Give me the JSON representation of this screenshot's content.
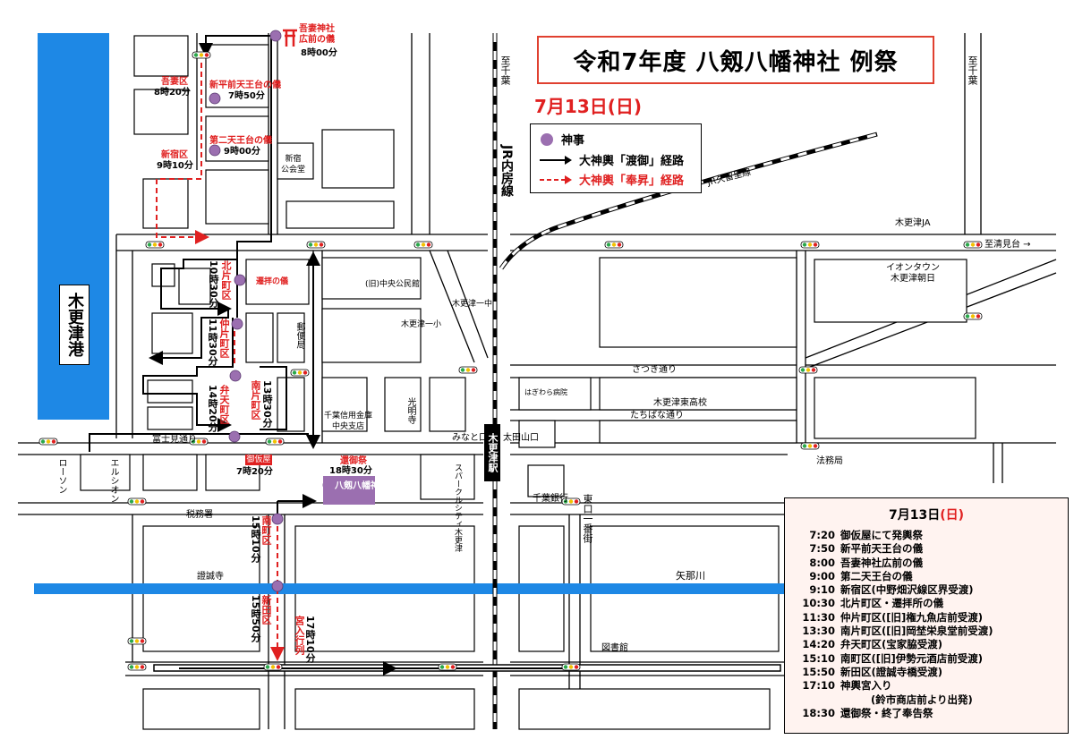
{
  "title": "令和7年度  八剱八幡神社  例祭",
  "date": "7月13日(日)",
  "legend": {
    "shinji": "神事",
    "togyo": "大神輿「渡御」経路",
    "hosho": "大神輿「奉昇」経路"
  },
  "colors": {
    "river": "#1e88e5",
    "route_red": "#e02020",
    "shrine": "#9b6fb0",
    "title_border": "#e04030",
    "schedule_bg": "#fff3f0"
  },
  "icons": [
    "shinto-mark-icon",
    "torii-icon",
    "traffic-light-icon",
    "arrow-icon"
  ],
  "map_labels": {
    "port": "木更津港",
    "jr_uchibo": "JR内房線",
    "jr_kururi": "JR久留里線",
    "to_chiba_1": "至千葉",
    "to_chiba_2": "至千葉",
    "kisarazu_ja": "木更津JA",
    "to_kiyomidai": "至清見台 →",
    "aeon": "イオンタウン\n木更津朝日",
    "satsuki": "さつき通り",
    "tachibana": "たちばな通り",
    "higashi_hs": "木更津東高校",
    "hagiwara": "はぎわら病院",
    "homukyoku": "法務局",
    "fujimi": "富士見通り",
    "minatoguchi": "みなと口",
    "otayamaguchi": "太田山口",
    "station": "木更津駅",
    "lawson": "ローソン",
    "elcione": "エルシオン",
    "zeimusho": "税務署",
    "shoseiji": "證誠寺",
    "yanagawa": "矢那川",
    "toshokan": "図書館",
    "chiba_bank": "千葉銀行",
    "higashiguchi": "東口一番街",
    "sparkle": "スパークルシティ木更津",
    "chiba_shinkin": "千葉信用金庫\n中央支店",
    "komyoji": "光明寺",
    "yubinkyoku": "郵便局",
    "kominkan": "(旧)中央公民館",
    "kisarazu1_1": "木更津一中",
    "kisarazu1_2": "木更津一小",
    "shinjuku_kokaido": "新宿\n公会堂"
  },
  "route_labels": {
    "azuma_shrine": "吾妻神社\n広前の儀",
    "azuma_time": "8時00分",
    "azuma_ku": "吾妻区",
    "azuma_ku_time": "8時20分",
    "shinhirasaki": "新平前天王台の儀",
    "shinhirasaki_time": "7時50分",
    "daini": "第二天王台の儀",
    "daini_time": "9時00分",
    "shinjuku_ku": "新宿区",
    "shinjuku_time": "9時10分",
    "kitakata": "北片町区",
    "kitakata_time": "10時30分",
    "senpai": "遷拝の儀",
    "nakakata": "仲片町区",
    "nakakata_time": "11時30分",
    "minamikata": "南片町区",
    "minamikata_time": "13時30分",
    "benten": "弁天町区",
    "benten_time": "14時20分",
    "gosaisho": "御仮屋",
    "gosaisho_time": "7時20分",
    "kangyo": "還御祭",
    "kangyo_time": "18時30分",
    "shrine_name": "八剱八幡神社",
    "minamimachi": "南町区",
    "minamimachi_time": "15時10分",
    "shinden": "新田区",
    "shinden_time": "15時50分",
    "miyairi": "宮入行列",
    "miyairi_time": "17時10分"
  },
  "schedule": {
    "title_date": "7月13日",
    "title_day": "(日)",
    "items": [
      {
        "time": "7:20",
        "text": "御仮屋にて発輿祭"
      },
      {
        "time": "7:50",
        "text": "新平前天王台の儀"
      },
      {
        "time": "8:00",
        "text": "吾妻神社広前の儀"
      },
      {
        "time": "9:00",
        "text": "第二天王台の儀"
      },
      {
        "time": "9:10",
        "text": "新宿区(中野畑沢線区界受渡)"
      },
      {
        "time": "10:30",
        "text": "北片町区・遷拝所の儀"
      },
      {
        "time": "11:30",
        "text": "仲片町区([旧]権九魚店前受渡)"
      },
      {
        "time": "13:30",
        "text": "南片町区([旧]岡埜栄泉堂前受渡)"
      },
      {
        "time": "14:20",
        "text": "弁天町区(宝家脇受渡)"
      },
      {
        "time": "15:10",
        "text": "南町区([旧]伊勢元酒店前受渡)"
      },
      {
        "time": "15:50",
        "text": "新田区(證誠寺橋受渡)"
      },
      {
        "time": "17:10",
        "text": "神輿宮入り"
      },
      {
        "time": "",
        "text": "(鈴市商店前より出発)"
      },
      {
        "time": "18:30",
        "text": "還御祭・終了奉告祭"
      }
    ]
  }
}
